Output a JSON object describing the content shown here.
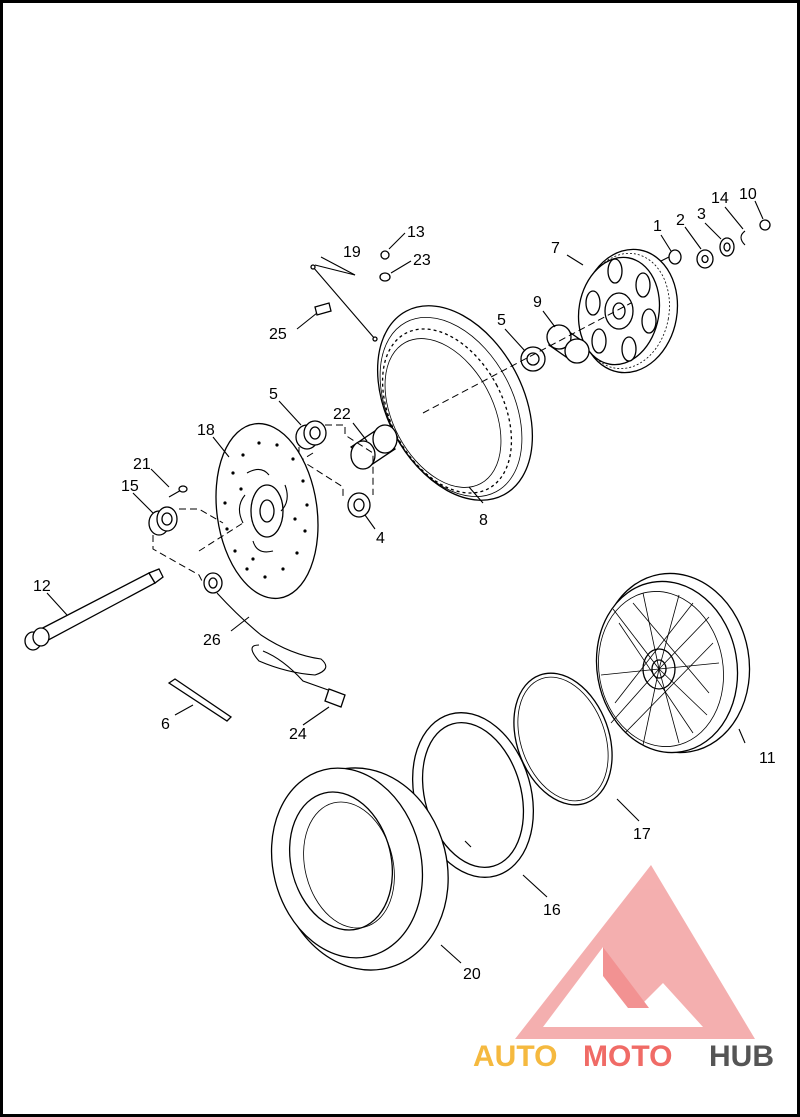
{
  "callouts": [
    "1",
    "2",
    "3",
    "4",
    "5",
    "5",
    "6",
    "7",
    "8",
    "9",
    "10",
    "11",
    "12",
    "13",
    "14",
    "15",
    "16",
    "17",
    "18",
    "19",
    "20",
    "21",
    "22",
    "23",
    "24",
    "25",
    "26"
  ],
  "watermark": {
    "part1": "AUTO",
    "part2": "MOTO",
    "part3": "HUB",
    "color_part1": "#f5b93f",
    "color_part2": "#f06b66",
    "color_part3": "#555555",
    "logo_color": "#f08080"
  }
}
